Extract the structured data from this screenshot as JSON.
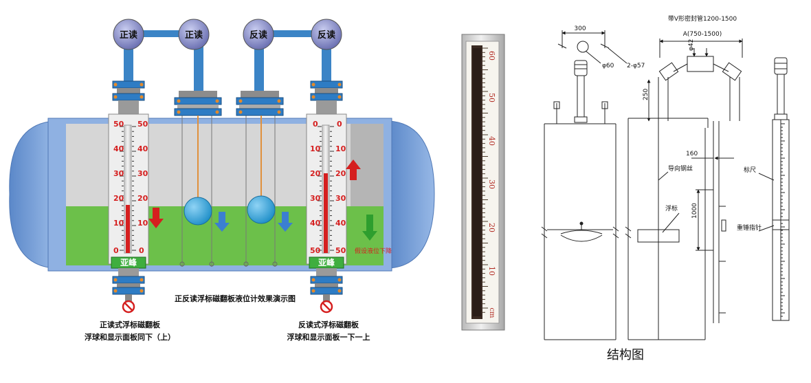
{
  "demo": {
    "title": "正反读浮标磁翻板液位计效果演示图",
    "heads": [
      "正读",
      "正读",
      "反读",
      "反读"
    ],
    "brand": "亚峰",
    "falling_note": "假设液位下降",
    "left_caption_1": "正读式浮标磁翻板",
    "left_caption_2": "浮球和显示面板同下（上）",
    "right_caption_1": "反读式浮标磁翻板",
    "right_caption_2": "浮球和显示面板一下一上",
    "left_scale": [
      "50",
      "40",
      "30",
      "20",
      "10",
      "0"
    ],
    "right_scale": [
      "0",
      "10",
      "20",
      "30",
      "40",
      "50"
    ]
  },
  "ruler": {
    "labels": [
      "60",
      "50",
      "40",
      "30",
      "20",
      "10"
    ],
    "unit": "cm"
  },
  "structure": {
    "title": "结构图",
    "dim_300": "300",
    "phi60": "φ60",
    "two_phi57": "2-φ57",
    "v_pipe": "带V形密封管1200-1500",
    "a_range": "A(750-1500)",
    "phi42": "φ42",
    "d250": "250",
    "d160": "160",
    "d1000": "1000",
    "guide_wire": "导向钢丝",
    "float": "浮标",
    "scale_label": "标尺",
    "heavy_pointer": "重锤指针"
  },
  "colors": {
    "tank": "#7aa0d6",
    "liquid": "#6cc04a",
    "flange": "#2e7cc4",
    "head": "#8a8fc6",
    "red": "#d51f1f",
    "arrow_blue": "#3b7fd1",
    "arrow_green": "#2e9e2e"
  }
}
